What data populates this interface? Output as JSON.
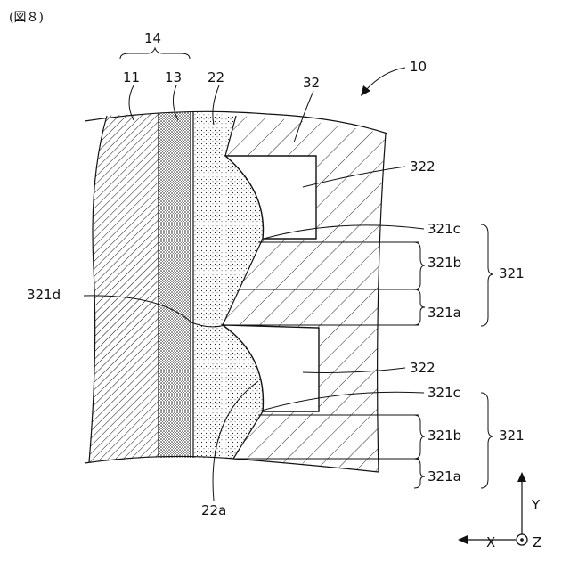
{
  "figure_label": "(図８)",
  "labels": {
    "ref_10": "10",
    "ref_14": "14",
    "ref_11": "11",
    "ref_13": "13",
    "ref_22": "22",
    "ref_32": "32",
    "ref_322_top": "322",
    "ref_321c_top": "321c",
    "ref_321b_top": "321b",
    "ref_321_top": "321",
    "ref_321a_top": "321a",
    "ref_321d": "321d",
    "ref_322_bottom": "322",
    "ref_321c_bottom": "321c",
    "ref_321b_bottom": "321b",
    "ref_321_bottom": "321",
    "ref_321a_bottom": "321a",
    "ref_22a": "22a"
  },
  "axes": {
    "y": "Y",
    "x": "X",
    "z": "Z"
  }
}
